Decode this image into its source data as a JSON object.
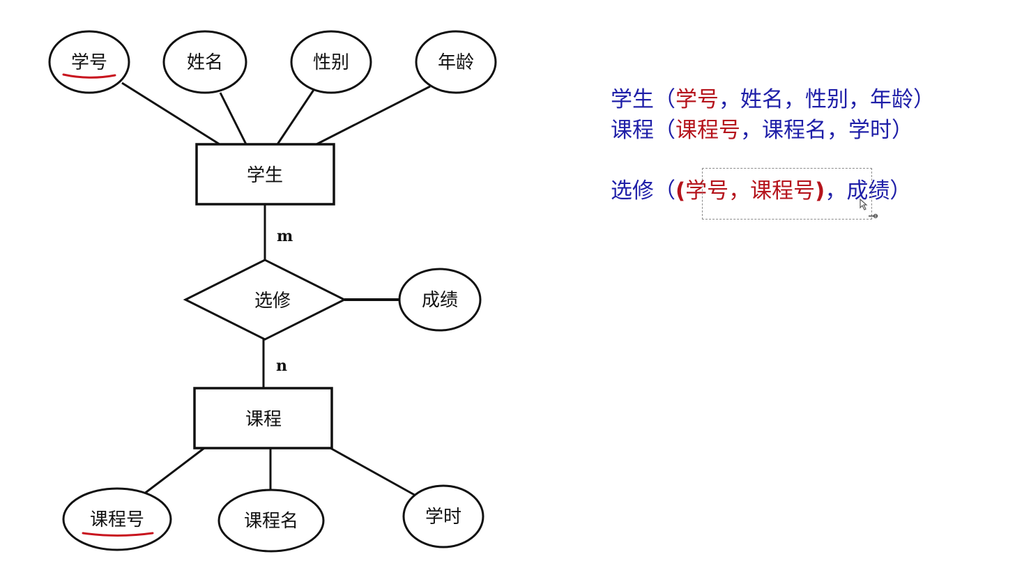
{
  "diagram": {
    "entities": {
      "student": "学生",
      "course": "课程"
    },
    "relationship": "选修",
    "student_attributes": [
      "学号",
      "姓名",
      "性别",
      "年龄"
    ],
    "course_attributes": [
      "课程号",
      "课程名",
      "学时"
    ],
    "relationship_attribute": "成绩",
    "cardinality": {
      "student_side": "m",
      "course_side": "n"
    },
    "key_underline_color": "#c8141e"
  },
  "schemas": {
    "student": {
      "name": "学生",
      "open": "（",
      "close": "）",
      "sep": "，",
      "key": "学号",
      "attrs": [
        "姓名",
        "性别",
        "年龄"
      ]
    },
    "course": {
      "name": "课程",
      "open": "（",
      "close": "）",
      "sep": "，",
      "key": "课程号",
      "attrs": [
        "课程名",
        "学时"
      ]
    },
    "elective": {
      "name": "选修",
      "open": "（",
      "close": "）",
      "sep": "，",
      "inner_open": "(",
      "inner_close": ")",
      "keys": [
        "学号",
        "课程号"
      ],
      "attrs": [
        "成绩"
      ]
    }
  },
  "colors": {
    "schema_text": "#1f1fa8",
    "key_text": "#b5141c"
  },
  "icons": [
    "cursor-icon"
  ]
}
